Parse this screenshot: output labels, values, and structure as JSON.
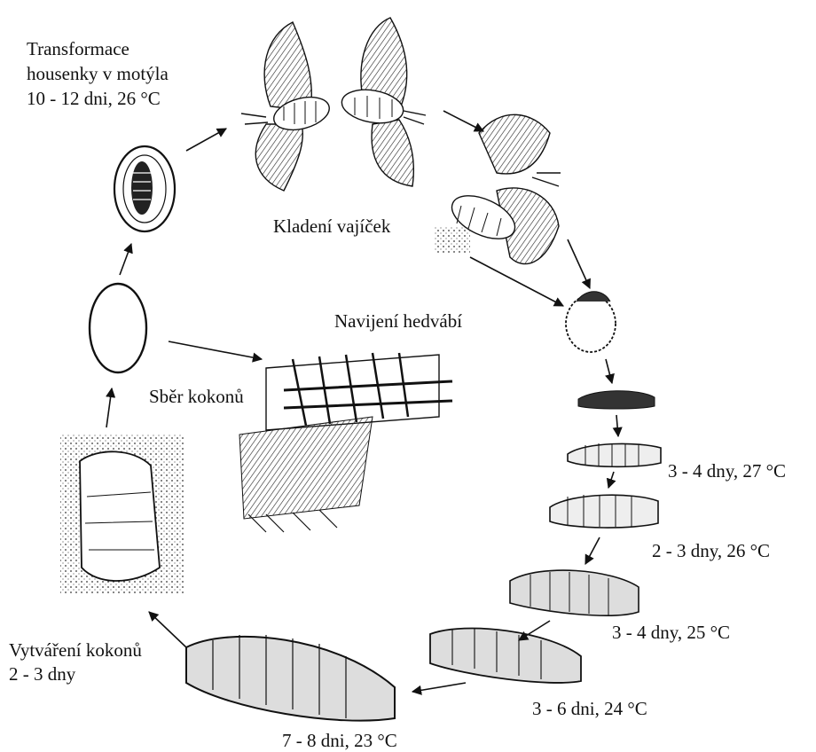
{
  "labels": {
    "transformation": [
      "Transformace",
      "housenky v motýla",
      "10 - 12 dni, 26 °C"
    ],
    "egg_laying": "Kladení vajíček",
    "silk_reeling": "Navijení hedvábí",
    "cocoon_harvest": "Sběr kokonů",
    "stage_1": "3 - 4 dny, 27 °C",
    "stage_2": "2 - 3 dny, 26 °C",
    "stage_3": "3 - 4 dny, 25 °C",
    "stage_4": "3 - 6 dni, 24 °C",
    "stage_5": "7 - 8 dni, 23 °C",
    "cocoon_making": [
      "Vytváření kokonů",
      "2 - 3 dny"
    ]
  },
  "colors": {
    "ink": "#111111",
    "background": "#ffffff"
  }
}
